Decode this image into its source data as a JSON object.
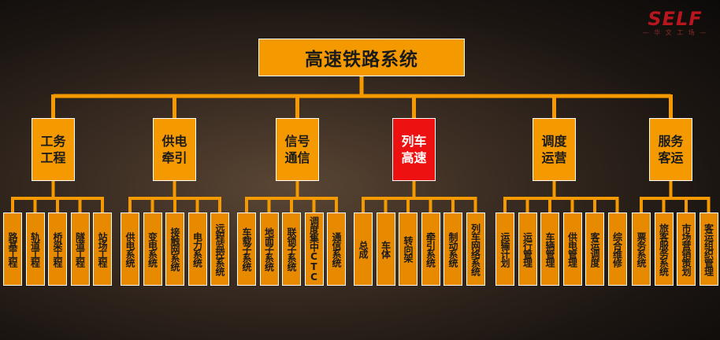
{
  "root": {
    "label": "高速铁路系统"
  },
  "groups": [
    {
      "label": "工务工程",
      "highlight": false,
      "items": [
        "路基工程",
        "轨道工程",
        "桥梁工程",
        "隧道工程",
        "站场工程"
      ]
    },
    {
      "label": "供电牵引",
      "highlight": false,
      "items": [
        "供电系统",
        "变电系统",
        "接触网系统",
        "电力系统",
        "远程监控系统"
      ]
    },
    {
      "label": "信号通信",
      "highlight": false,
      "items": [
        "车载子系统",
        "地面子系统",
        "联锁子系统",
        "调度集中CTC",
        "通信系统"
      ]
    },
    {
      "label": "列车高速",
      "highlight": true,
      "items": [
        "总成",
        "车体",
        "转向架",
        "牵引系统",
        "制动系统",
        "列车网络系统"
      ]
    },
    {
      "label": "调度运营",
      "highlight": false,
      "items": [
        "运输计划",
        "运行管理",
        "车辆管理",
        "供电管理",
        "客运调度",
        "综合维修"
      ]
    },
    {
      "label": "服务客运",
      "highlight": false,
      "items": [
        "票务系统",
        "旅客服务系统",
        "市场营销策划",
        "客运组织管理"
      ]
    }
  ],
  "logo": {
    "text": "SELF",
    "tagline": "— 华 文 工 场 —"
  },
  "colors": {
    "node": "#f49a00",
    "highlight": "#ee1111",
    "wire": "#f49a00",
    "border": "#ffffff"
  }
}
